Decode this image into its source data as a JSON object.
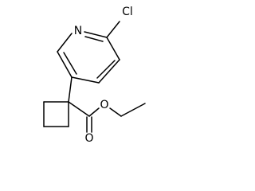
{
  "molecule": {
    "atom_labels": {
      "ring_nitrogen": "N",
      "chlorine": "Cl",
      "carbonyl_oxygen": "O",
      "ester_oxygen": "O"
    }
  }
}
